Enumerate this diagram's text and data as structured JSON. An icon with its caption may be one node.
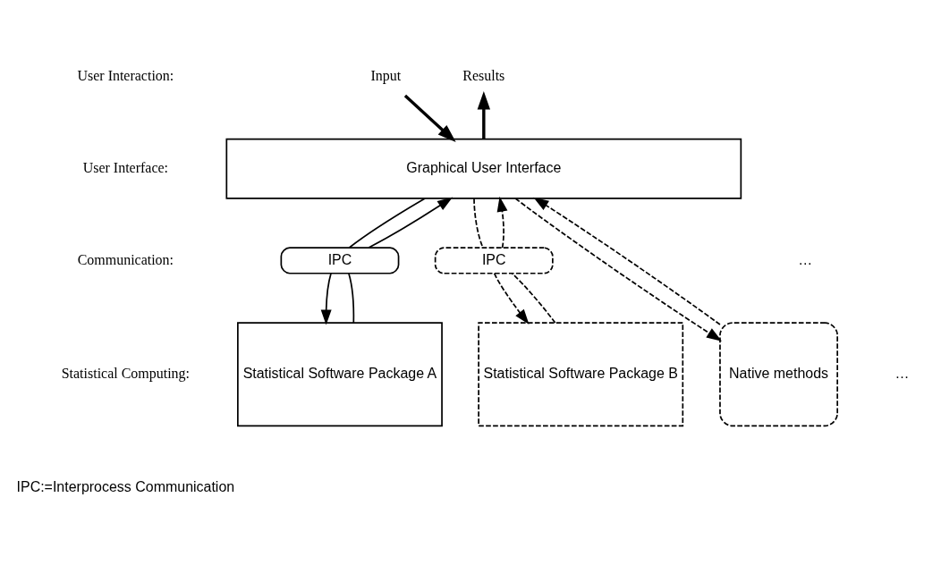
{
  "diagram": {
    "nodes": [
      {
        "text": [
          "Input"
        ]
      },
      {
        "text": [
          "Results"
        ]
      },
      {
        "text": [
          "Graphical User Interface"
        ]
      },
      {
        "text": [
          "IPC"
        ]
      },
      {
        "text": [
          "IPC"
        ]
      },
      {
        "text": [
          "Statistical Software Package A"
        ]
      },
      {
        "text": [
          "Statistical Software Package B"
        ]
      },
      {
        "text": [
          "Native methods"
        ]
      }
    ],
    "edges": [
      {
        "from": 0,
        "to": 2,
        "arrow": "to",
        "style": "thick"
      },
      {
        "from": 2,
        "to": 1,
        "arrow": "to",
        "style": "thick"
      },
      {
        "from": 2,
        "to": 3,
        "arrow": "none"
      },
      {
        "from": 3,
        "to": 5,
        "arrow": "to"
      },
      {
        "from": 5,
        "to": 3,
        "arrow": "none"
      },
      {
        "from": 3,
        "to": 2,
        "arrow": "to"
      },
      {
        "from": 2,
        "to": 4,
        "arrow": "none",
        "style": "dashed"
      },
      {
        "from": 4,
        "to": 6,
        "arrow": "to",
        "style": "dashed"
      },
      {
        "from": 6,
        "to": 4,
        "arrow": "none",
        "style": "dashed"
      },
      {
        "from": 4,
        "to": 2,
        "arrow": "to",
        "style": "dashed"
      },
      {
        "from": 2,
        "to": 7,
        "arrow": "to",
        "style": "dashed"
      },
      {
        "from": 7,
        "to": 2,
        "arrow": "to",
        "style": "dashed"
      }
    ],
    "labels": [
      "User Interaction:",
      "User Interface:",
      "Communication:",
      "…",
      "Statistical Computing:",
      "…",
      "IPC:=Interprocess Communication"
    ]
  }
}
